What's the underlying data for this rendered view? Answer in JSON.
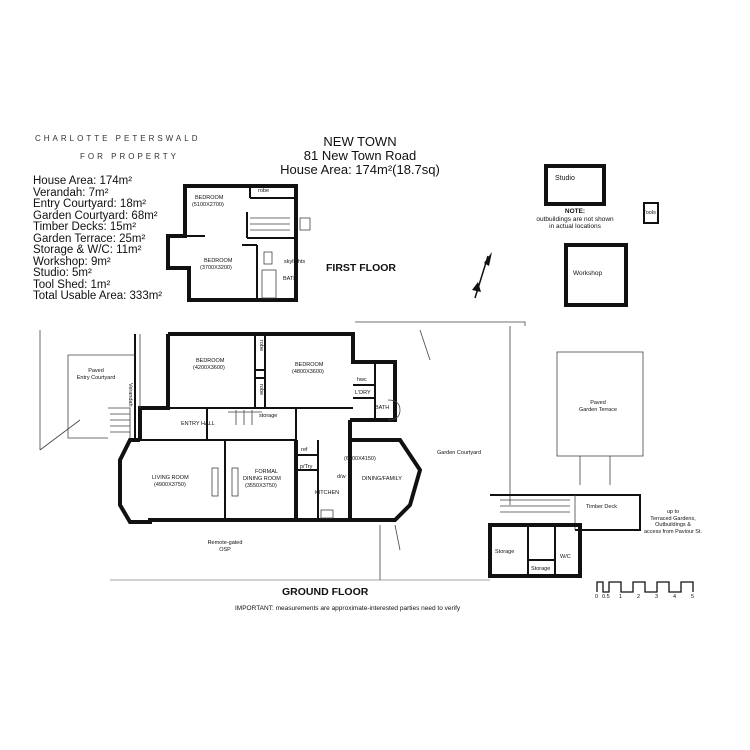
{
  "brand": {
    "line1": "CHARLOTTE PETERSWALD",
    "line2": "FOR PROPERTY"
  },
  "header": {
    "title": "NEW TOWN",
    "address": "81 New Town Road",
    "house_area": "House Area: 174m²(18.7sq)"
  },
  "areas": [
    "House Area: 174m²",
    "Verandah: 7m²",
    "Entry Courtyard: 18m²",
    "Garden Courtyard: 68m²",
    "Timber Decks: 15m²",
    "Garden Terrace: 25m²",
    "Storage & W/C: 11m²",
    "Workshop: 9m²",
    "Studio: 5m²",
    "Tool Shed: 1m²",
    "Total Usable Area: 333m²"
  ],
  "first_floor": {
    "label": "FIRST FLOOR",
    "robe": "robe",
    "bedroom1": {
      "name": "BEDROOM",
      "dims": "(5100X2700)"
    },
    "bedroom2": {
      "name": "BEDROOM",
      "dims": "(3700X3200)"
    },
    "skylights": "skylights",
    "bath": "BATH"
  },
  "outbuildings": {
    "studio": "Studio",
    "tools": "Tools",
    "workshop": "Workshop",
    "note_title": "NOTE:",
    "note_line1": "outbuildings are not shown",
    "note_line2": "in actual locations"
  },
  "ground_floor": {
    "label": "GROUND FLOOR",
    "paved_entry": [
      "Paved",
      "Entry Courtyard"
    ],
    "verandah": "Verandah",
    "bedroom_a": {
      "name": "BEDROOM",
      "dims": "(4200X3600)"
    },
    "bedroom_b": {
      "name": "BEDROOM",
      "dims": "(4800X3600)"
    },
    "robe_a": "robe",
    "robe_b": "robe",
    "storage": "storage",
    "entry_hall": "ENTRY HALL",
    "hwc": "hwc",
    "ldry": "L'DRY",
    "bath": "BATH",
    "ref": "ref",
    "ptry": "p/Try",
    "dw": "d/w",
    "kitchen": "KITCHEN",
    "living": {
      "name": "LIVING ROOM",
      "dims": "(4900X3750)"
    },
    "formal": {
      "name1": "FORMAL",
      "name2": "DINING ROOM",
      "dims": "(3550X3750)"
    },
    "dining": {
      "name": "DINING/FAMILY",
      "dims": "(6000X4150)"
    },
    "garden_courtyard": "Garden Courtyard",
    "paved_terrace": [
      "Paved",
      "Garden Terrace"
    ],
    "timber_deck": "Timber Deck",
    "terraced": [
      "up to",
      "Terraced Gardens,",
      "Outbuildings &",
      "access from Paviour St."
    ],
    "storage1": "Storage",
    "storage2": "Storage",
    "wc": "W/C",
    "osp": [
      "Remote-gated",
      "OSP"
    ]
  },
  "scale": {
    "labels": [
      "0",
      "0.5",
      "1",
      "2",
      "3",
      "4",
      "5"
    ]
  },
  "disclaimer": "IMPORTANT: measurements are approximate-interested parties need to verify"
}
